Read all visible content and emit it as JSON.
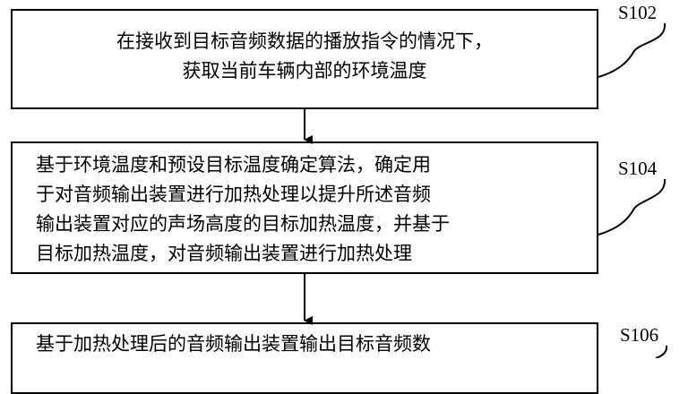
{
  "steps": [
    {
      "id": "S102",
      "lines": [
        "在接收到目标音频数据的播放指令的情况下，",
        "获取当前车辆内部的环境温度"
      ]
    },
    {
      "id": "S104",
      "lines": [
        "基于环境温度和预设目标温度确定算法，确定用",
        "于对音频输出装置进行加热处理以提升所述音频",
        "输出装置对应的声场高度的目标加热温度，并基于",
        "目标加热温度，对音频输出装置进行加热处理"
      ]
    },
    {
      "id": "S106",
      "lines": [
        "基于加热处理后的音频输出装置输出目标音频数"
      ]
    }
  ]
}
